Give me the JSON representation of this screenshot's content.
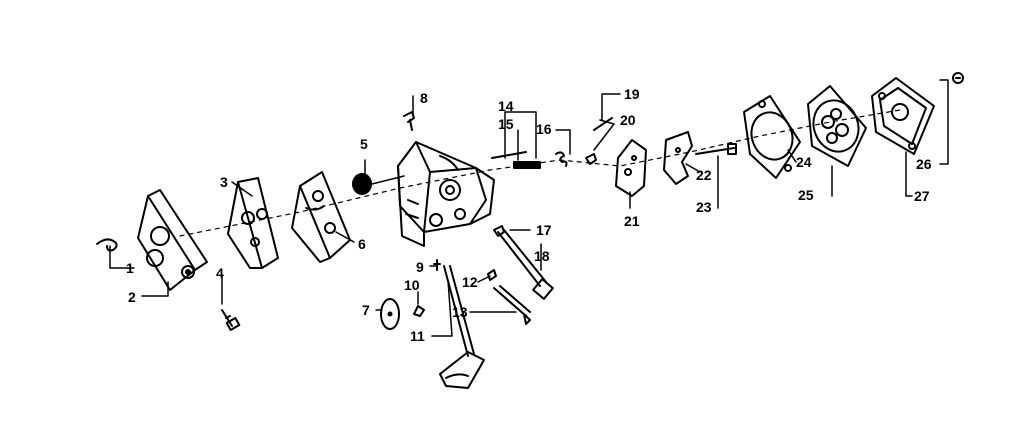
{
  "diagram": {
    "colors": {
      "ink": "#000000",
      "paper": "#ffffff"
    },
    "callouts": [
      "1",
      "2",
      "3",
      "4",
      "5",
      "6",
      "7",
      "8",
      "9",
      "10",
      "11",
      "12",
      "13",
      "14",
      "15",
      "16",
      "17",
      "18",
      "19",
      "20",
      "21",
      "22",
      "23",
      "24",
      "25",
      "26",
      "27"
    ]
  }
}
